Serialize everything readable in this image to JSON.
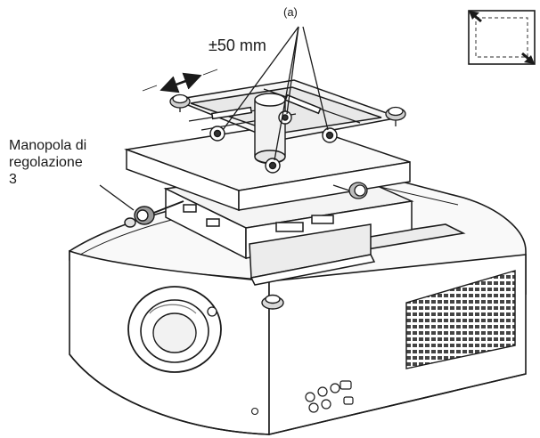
{
  "callouts": {
    "mount_points_label": "(a)",
    "adjust_range_label": "±50 mm",
    "knob_label": {
      "line1": "Manopola di",
      "line2": "regolazione",
      "line3": "3"
    }
  },
  "icons": {
    "corner_indicator": "diagonal-corner-arrows-icon",
    "slide_arrow": "double-headed-arrow-icon"
  },
  "colors": {
    "line": "#1a1a1a",
    "shade": "#e9e9e9",
    "light": "#f6f6f6"
  }
}
